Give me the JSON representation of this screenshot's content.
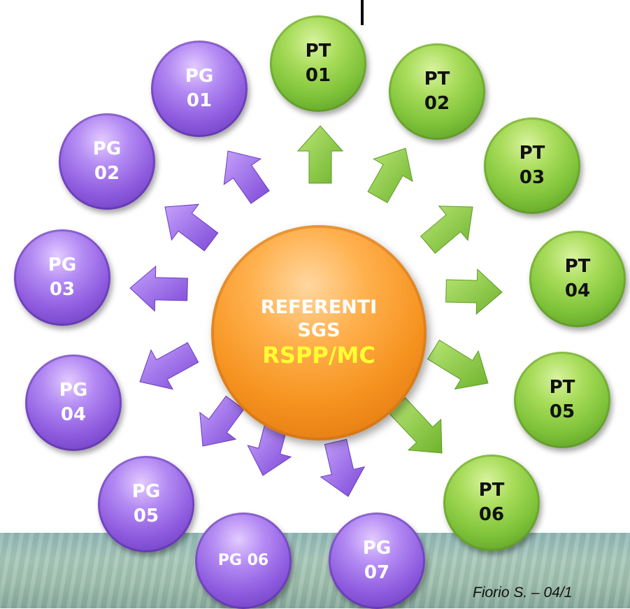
{
  "center": {
    "line1": "REFERENTI",
    "line2": "SGS",
    "line3": "RSPP/MC"
  },
  "green_nodes": [
    {
      "line1": "PT",
      "line2": "01"
    },
    {
      "line1": "PT",
      "line2": "02"
    },
    {
      "line1": "PT",
      "line2": "03"
    },
    {
      "line1": "PT",
      "line2": "04"
    },
    {
      "line1": "PT",
      "line2": "05"
    },
    {
      "line1": "PT",
      "line2": "06"
    }
  ],
  "purple_nodes": [
    {
      "line1": "PG",
      "line2": "01"
    },
    {
      "line1": "PG",
      "line2": "02"
    },
    {
      "line1": "PG",
      "line2": "03"
    },
    {
      "line1": "PG",
      "line2": "04"
    },
    {
      "line1": "PG",
      "line2": "05"
    },
    {
      "line1": "PG 06",
      "line2": ""
    },
    {
      "line1": "PG",
      "line2": "07"
    }
  ],
  "footer": "Fiorio S. – 04/1",
  "colors": {
    "green": "#7fc33a",
    "purple": "#8e5bdf",
    "orange": "#f5921e",
    "highlight_yellow": "#ffff33"
  }
}
